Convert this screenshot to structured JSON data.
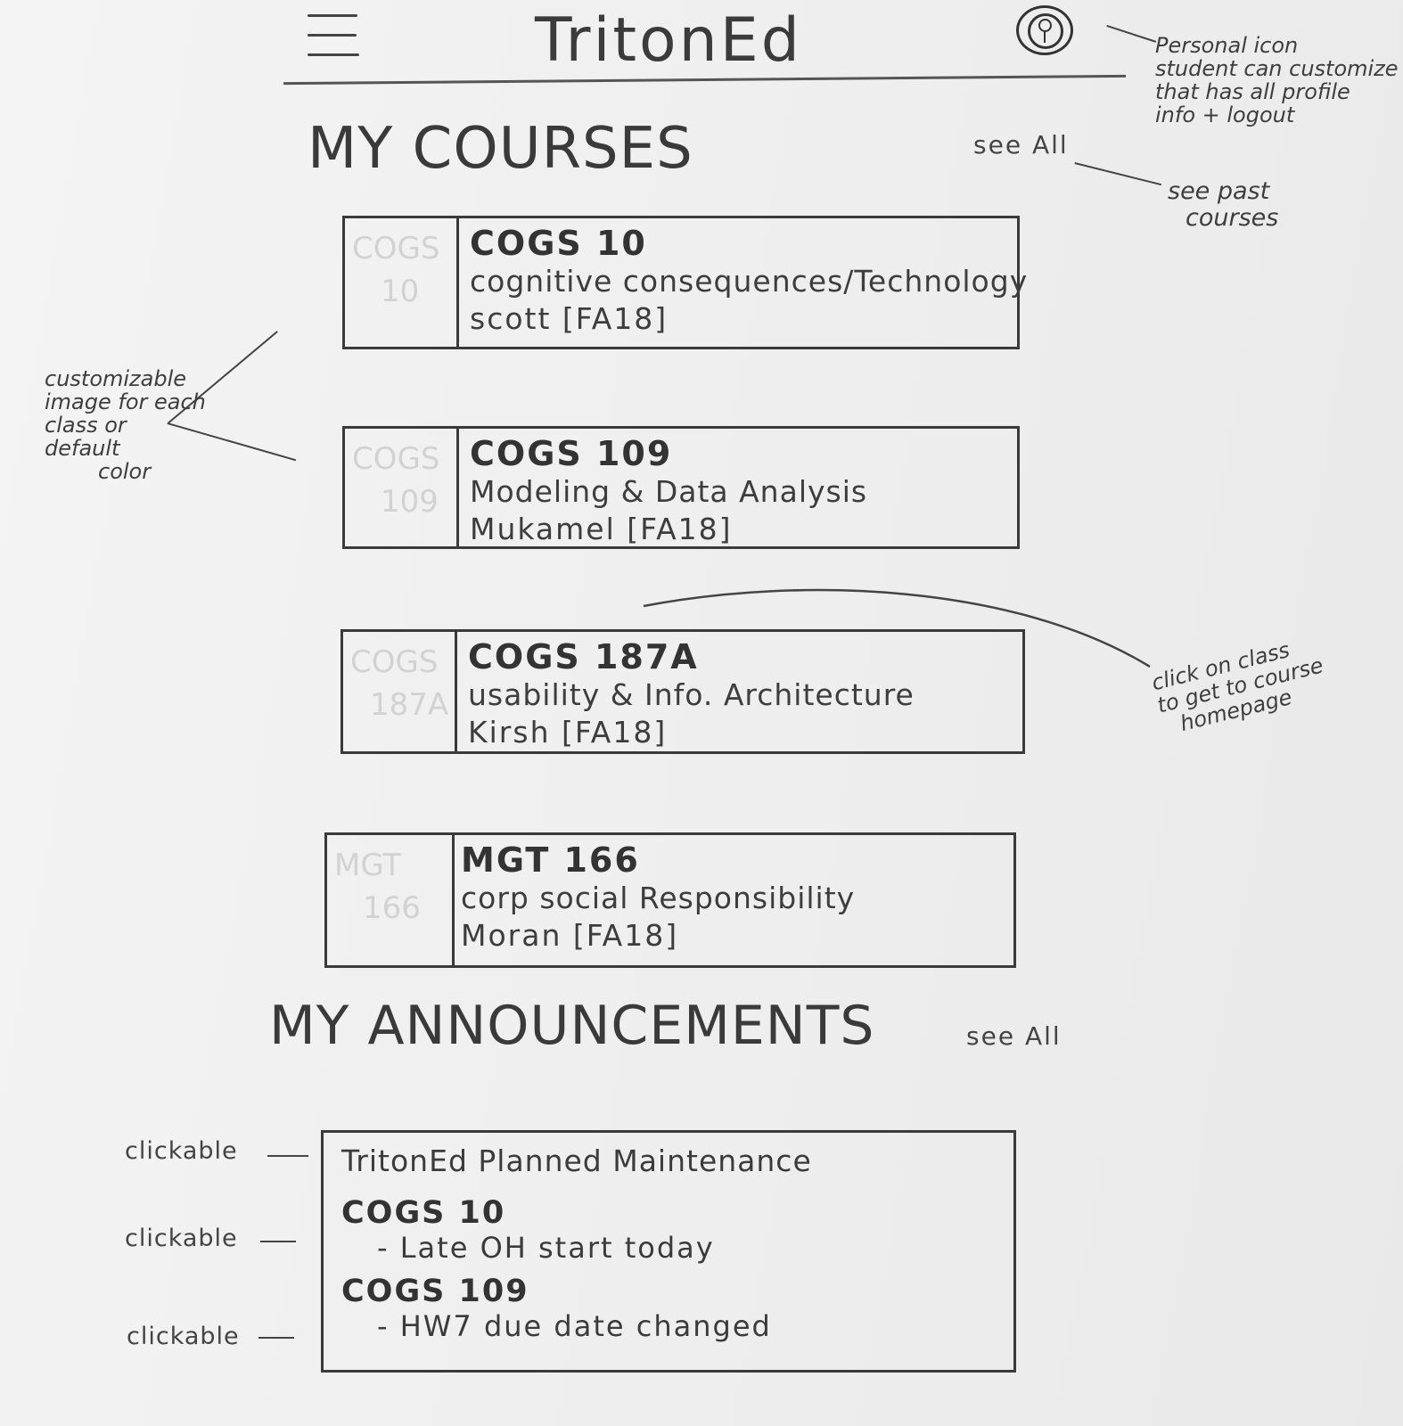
{
  "header": {
    "app_title": "TritonEd"
  },
  "courses_section": {
    "title": "MY COURSES",
    "see_all": "see All",
    "courses": [
      {
        "code": "COGS 10",
        "name": "cognitive consequences/Technology",
        "prof": "scott [FA18]",
        "thumb_line1": "COGS",
        "thumb_line2": "10"
      },
      {
        "code": "COGS 109",
        "name": "Modeling & Data Analysis",
        "prof": "Mukamel [FA18]",
        "thumb_line1": "COGS",
        "thumb_line2": "109"
      },
      {
        "code": "COGS 187A",
        "name": "usability & Info. Architecture",
        "prof": "Kirsh [FA18]",
        "thumb_line1": "COGS",
        "thumb_line2": "187A"
      },
      {
        "code": "MGT 166",
        "name": "corp social Responsibility",
        "prof": "Moran [FA18]",
        "thumb_line1": "MGT",
        "thumb_line2": "166"
      }
    ]
  },
  "announcements_section": {
    "title": "MY ANNOUNCEMENTS",
    "see_all": "see All",
    "items": [
      {
        "title": "TritonEd Planned Maintenance"
      },
      {
        "code": "COGS 10",
        "detail": "- Late OH start today"
      },
      {
        "code": "COGS 109",
        "detail": "- HW7 due date changed"
      }
    ]
  },
  "annotations": {
    "personal_icon": [
      "Personal icon",
      "student can customize",
      "that has all profile",
      "info + logout"
    ],
    "see_past": [
      "see past",
      "courses"
    ],
    "custom_image": [
      "customizable",
      "image for each",
      "class or",
      "default",
      "color"
    ],
    "click_class": [
      "click on class",
      "to get to course",
      "homepage"
    ],
    "clickable": "clickable"
  }
}
